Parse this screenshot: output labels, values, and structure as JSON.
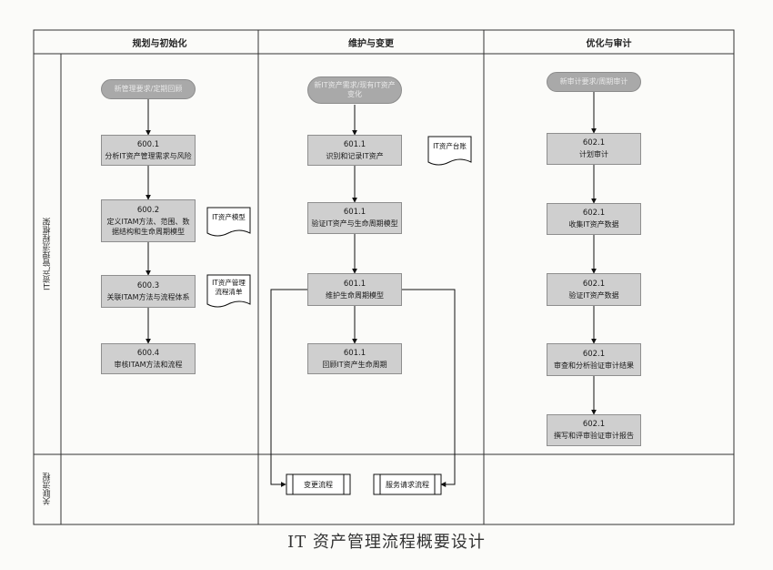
{
  "columns": [
    {
      "header": "规划与初始化"
    },
    {
      "header": "维护与变更"
    },
    {
      "header": "优化与审计"
    }
  ],
  "lanes": {
    "main": "IT资产管理流程框架",
    "related": "关联流程"
  },
  "col1": {
    "start": "新管理要求/定期回顾",
    "steps": [
      {
        "id": "600.1",
        "text": "分析IT资产管理需求与风险"
      },
      {
        "id": "600.2",
        "text": "定义ITAM方法、范围、数据结构和生命周期模型"
      },
      {
        "id": "600.3",
        "text": "关联ITAM方法与流程体系"
      },
      {
        "id": "600.4",
        "text": "审核ITAM方法和流程"
      }
    ],
    "docs": [
      "IT资产模型",
      "IT资产管理流程清单"
    ]
  },
  "col2": {
    "start": "新IT资产需求/现有IT资产变化",
    "steps": [
      {
        "id": "601.1",
        "text": "识别和记录IT资产"
      },
      {
        "id": "601.1",
        "text": "验证IT资产与生命周期模型"
      },
      {
        "id": "601.1",
        "text": "维护生命周期模型"
      },
      {
        "id": "601.1",
        "text": "回顾IT资产生命周期"
      }
    ],
    "docs": [
      "IT资产台账"
    ]
  },
  "col3": {
    "start": "新审计要求/周期审计",
    "steps": [
      {
        "id": "602.1",
        "text": "计划审计"
      },
      {
        "id": "602.1",
        "text": "收集IT资产数据"
      },
      {
        "id": "602.1",
        "text": "验证IT资产数据"
      },
      {
        "id": "602.1",
        "text": "审查和分析验证审计结果"
      },
      {
        "id": "602.1",
        "text": "撰写和评审验证审计报告"
      }
    ]
  },
  "related": [
    "变更流程",
    "服务请求流程"
  ],
  "caption": "IT 资产管理流程概要设计"
}
